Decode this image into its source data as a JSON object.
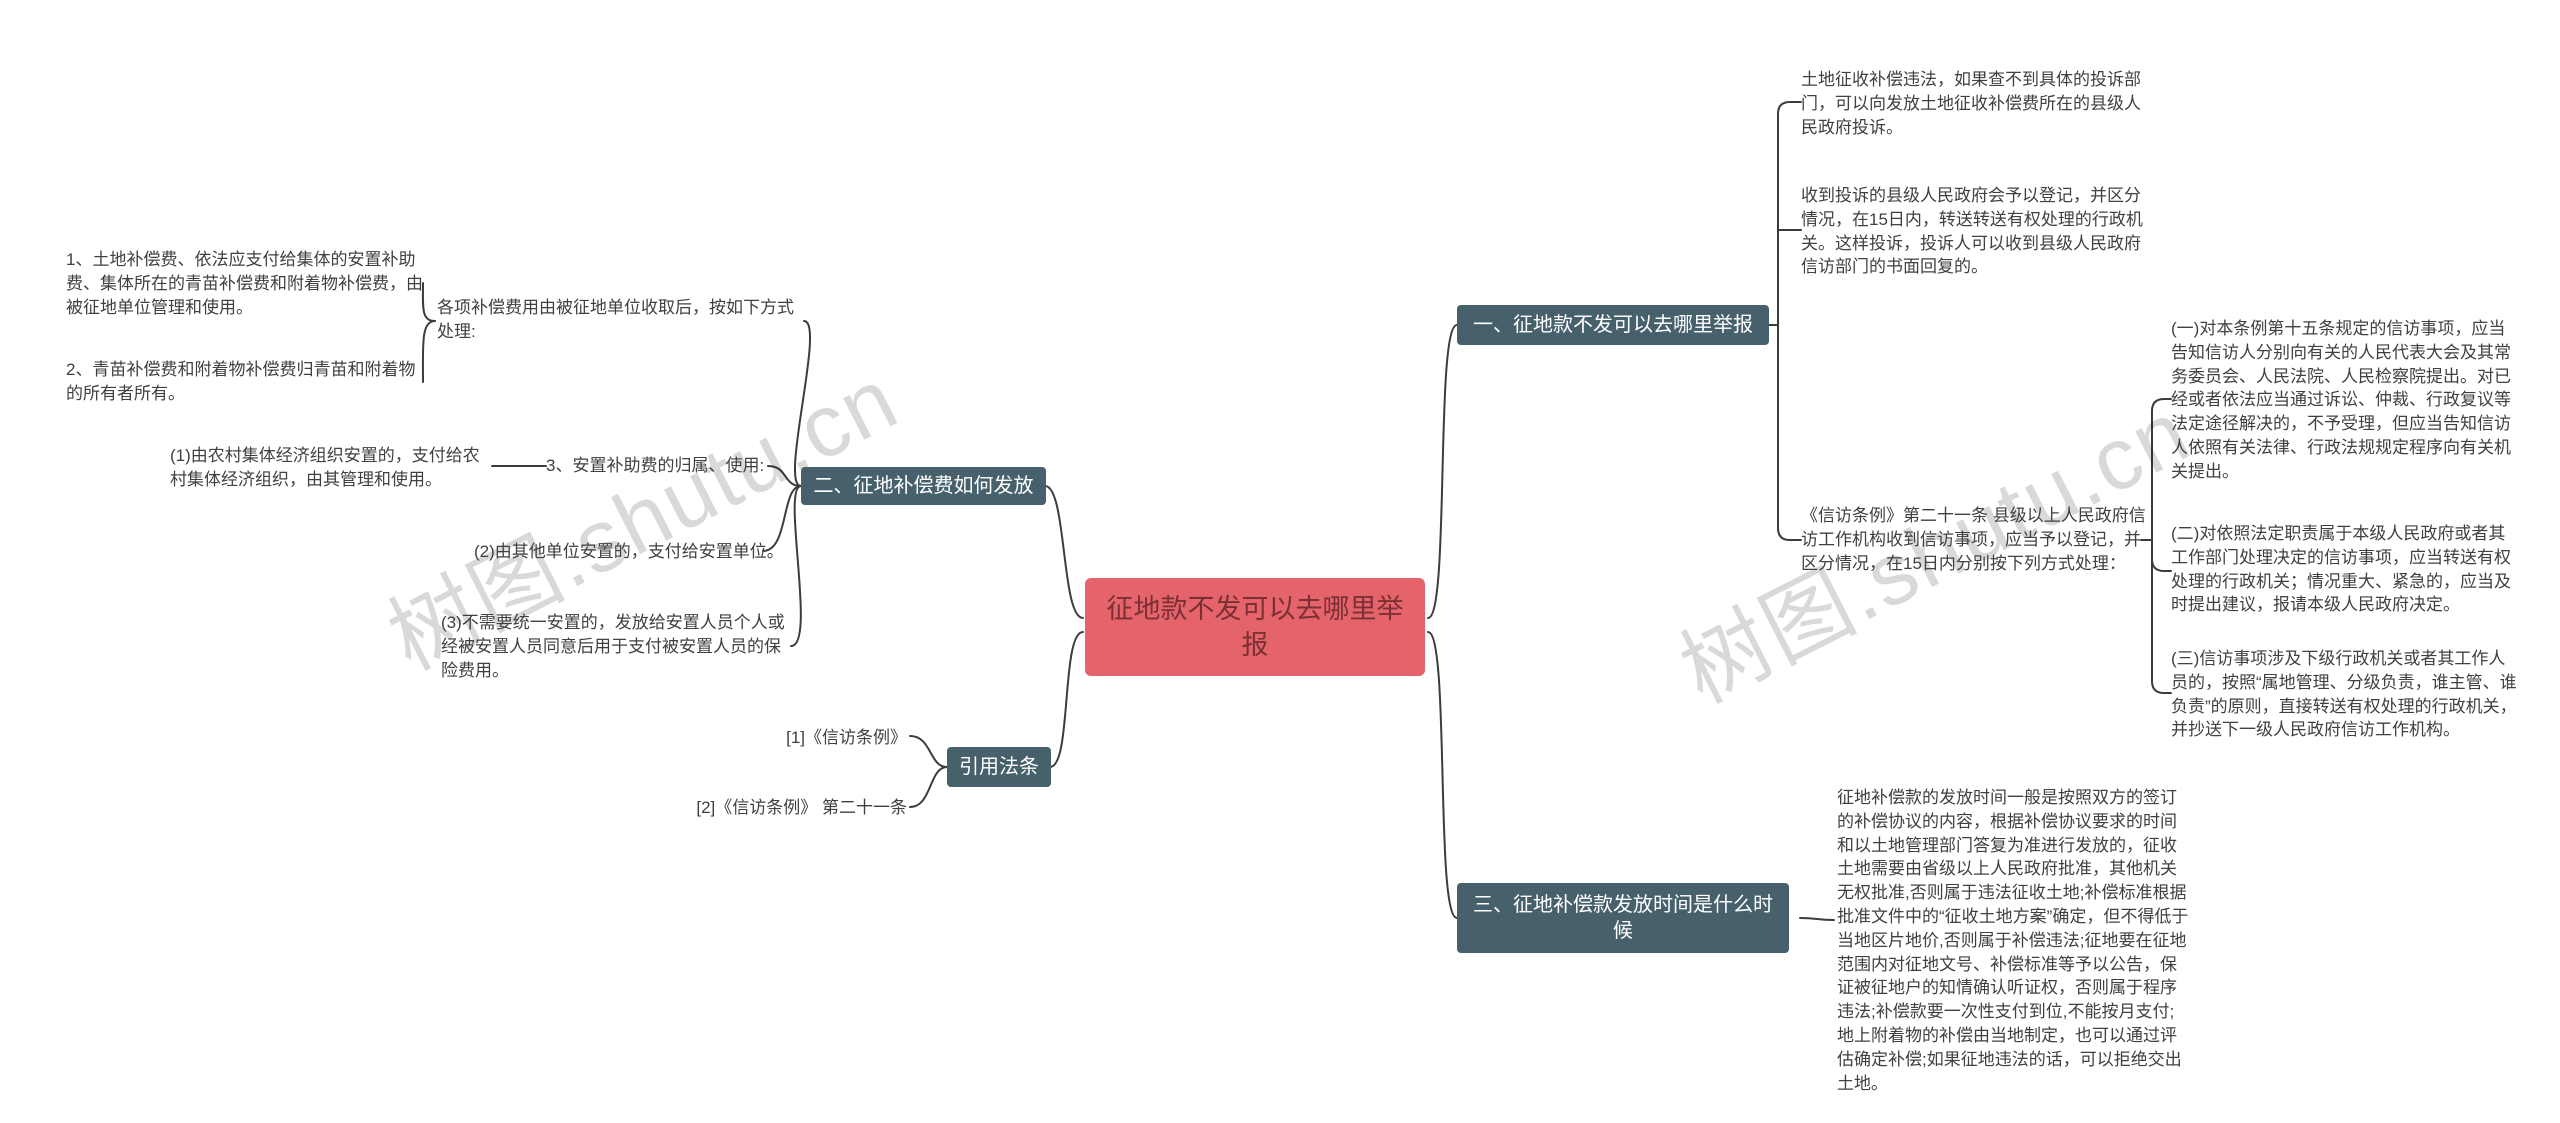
{
  "watermark": {
    "text": "树图.shutu.cn"
  },
  "palette": {
    "branch_node_bg": "#46606c",
    "branch_node_text": "#ffffff",
    "central_node_bg": "#e5646c",
    "central_node_text": "#7b3034",
    "connector_line": "#3c3c3c",
    "note_text": "#404040"
  },
  "central": {
    "label": "征地款不发可以去哪里举报"
  },
  "branches": {
    "where_to_report": {
      "label": "一、征地款不发可以去哪里举报"
    },
    "how_paid": {
      "label": "二、征地补偿费如何发放"
    },
    "payment_time": {
      "label": "三、征地补偿款发放时间是什么时候"
    },
    "cited_laws": {
      "label": "引用法条"
    }
  },
  "left": {
    "fees_parent": "各项补偿费用由被征地单位收取后，按如下方式处理:",
    "fees_item1": "1、土地补偿费、依法应支付给集体的安置补助费、集体所在的青苗补偿费和附着物补偿费，由被征地单位管理和使用。",
    "fees_item2": "2、青苗补偿费和附着物补偿费归青苗和附着物的所有者所有。",
    "resettle_parent": "3、安置补助费的归属、使用:",
    "resettle_item1": "(1)由农村集体经济组织安置的，支付给农村集体经济组织，由其管理和使用。",
    "resettle_item2": "(2)由其他单位安置的，支付给安置单位。",
    "resettle_item3": "(3)不需要统一安置的，发放给安置人员个人或经被安置人员同意后用于支付被安置人员的保险费用。",
    "cite_item1": "[1]《信访条例》",
    "cite_item2": "[2]《信访条例》 第二十一条"
  },
  "right": {
    "complaint_where": "土地征收补偿违法，如果查不到具体的投诉部门，可以向发放土地征收补偿费所在的县级人民政府投诉。",
    "complaint_registration": "收到投诉的县级人民政府会予以登记，并区分情况，在15日内，转送转送有权处理的行政机关。这样投诉，投诉人可以收到县级人民政府信访部门的书面回复的。",
    "regulation_intro": "《信访条例》第二十一条 县级以上人民政府信访工作机构收到信访事项，应当予以登记，并区分情况，在15日内分别按下列方式处理：",
    "regulation_item1": "(一)对本条例第十五条规定的信访事项，应当告知信访人分别向有关的人民代表大会及其常务委员会、人民法院、人民检察院提出。对已经或者依法应当通过诉讼、仲裁、行政复议等法定途径解决的，不予受理，但应当告知信访人依照有关法律、行政法规规定程序向有关机关提出。",
    "regulation_item2": "(二)对依照法定职责属于本级人民政府或者其工作部门处理决定的信访事项，应当转送有权处理的行政机关；情况重大、紧急的，应当及时提出建议，报请本级人民政府决定。",
    "regulation_item3": "(三)信访事项涉及下级行政机关或者其工作人员的，按照“属地管理、分级负责，谁主管、谁负责”的原则，直接转送有权处理的行政机关，并抄送下一级人民政府信访工作机构。",
    "payment_time_detail": "征地补偿款的发放时间一般是按照双方的签订的补偿协议的内容，根据补偿协议要求的时间和以土地管理部门答复为准进行发放的，征收土地需要由省级以上人民政府批准，其他机关无权批准,否则属于违法征收土地;补偿标准根据批准文件中的“征收土地方案”确定，但不得低于当地区片地价,否则属于补偿违法;征地要在征地范围内对征地文号、补偿标准等予以公告，保证被征地户的知情确认听证权，否则属于程序违法;补偿款要一次性支付到位,不能按月支付;地上附着物的补偿由当地制定，也可以通过评估确定补偿;如果征地违法的话，可以拒绝交出土地。"
  }
}
